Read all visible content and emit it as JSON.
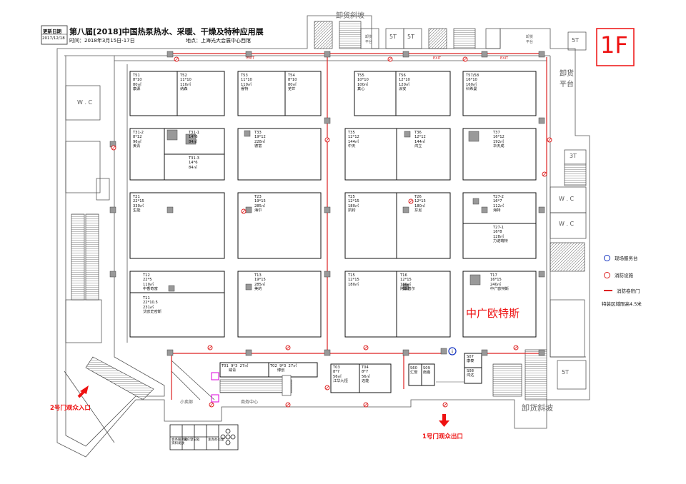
{
  "header": {
    "update_label": "更新日期",
    "update_date": "2017/12/18",
    "title": "第八届[2018]中国热泵热水、采暖、干燥及特种应用展",
    "time": "时间：2018年3月15日-17日",
    "venue": "地点：上海光大会展中心西馆"
  },
  "floor": "1F",
  "labels": {
    "top_ramp": "卸货斜坡",
    "bottom_ramp": "卸货斜坡",
    "unload_platform_right": "卸货\n平台",
    "unload_platform_small_left": "卸货\n平台",
    "unload_platform_small_right": "卸货\n平台",
    "five_t": "5T",
    "three_t": "3T",
    "wc": "W . C",
    "exit": "EXIT",
    "entrance_2": "2号门观众入口",
    "exit_1": "1号门观众出口",
    "shop": "小卖部",
    "business_center": "商务中心",
    "brand": "中广欧特斯"
  },
  "legend": {
    "service": "现场服务台",
    "fire": "消防设施",
    "fire_door": "消防卷帘门",
    "height_note": "特装区域限高4.5米"
  },
  "bottom_table": [
    "会务服务处\n资料发放",
    "观众登记处",
    "主办办公室"
  ],
  "booths": {
    "T51": "T51\n8*10\n80㎡\n康源",
    "T52": "T52\n11*10\n110㎡\n纳森",
    "T53": "T53\n11*10\n110㎡\n睿特",
    "T54": "T54\n8*10\n80㎡\n芜芒",
    "T55": "T55\n10*10\n100㎡\n真心",
    "T56": "T56\n12*10\n120㎡\n派安",
    "T57": "T57/58\n16*10\n160㎡\n科希曼",
    "T31_2": "T31-2\n8*12\n96㎡\n美青",
    "T31_1": "T31-1\n14*6\n84㎡",
    "T31_3": "T31-3\n14*6\n84㎡",
    "T33": "T33\n19*12\n228㎡\n德富",
    "T35": "T35\n12*12\n144㎡\n中天",
    "T36": "T36\n12*12\n144㎡\n鸿立",
    "T37": "T37\n16*12\n192㎡\n华天成",
    "T21": "T21\n22*15\n330㎡\n生能",
    "T23": "T23\n19*15\n285㎡\n海尔",
    "T25": "T25\n12*15\n180㎡\n凯钧",
    "T26": "T26\n12*15\n180㎡\n芬尼",
    "T27_2": "T27-2\n16*7\n112㎡\n海特",
    "T27_1": "T27-1\n16*8\n128㎡\n力诺瑞特",
    "T12": "T12\n22*5\n110㎡\n中香奇富",
    "T11": "T11\n22*10.5\n231㎡\n艾欧史密斯",
    "T13": "T13\n19*15\n285㎡\n美的",
    "T15": "T15\n12*15\n180㎡",
    "T16": "T16\n12*15\n180㎡\n阿斯普尔",
    "T17": "T17\n16*15\n240㎡\n中广欧特斯",
    "T01": "T01  9*3  27㎡\n      威青",
    "T02": "T02  9*3  27㎡\n      博创",
    "T03": "T03\n8*7\n56㎡\n江华九恒",
    "T04": "T04\n8*7\n56㎡\n迈能",
    "S07": "S07\n康泰",
    "S08": "S08\n鸿达",
    "S60": "S60\n汇誉",
    "S09": "S09\n南嘉"
  }
}
